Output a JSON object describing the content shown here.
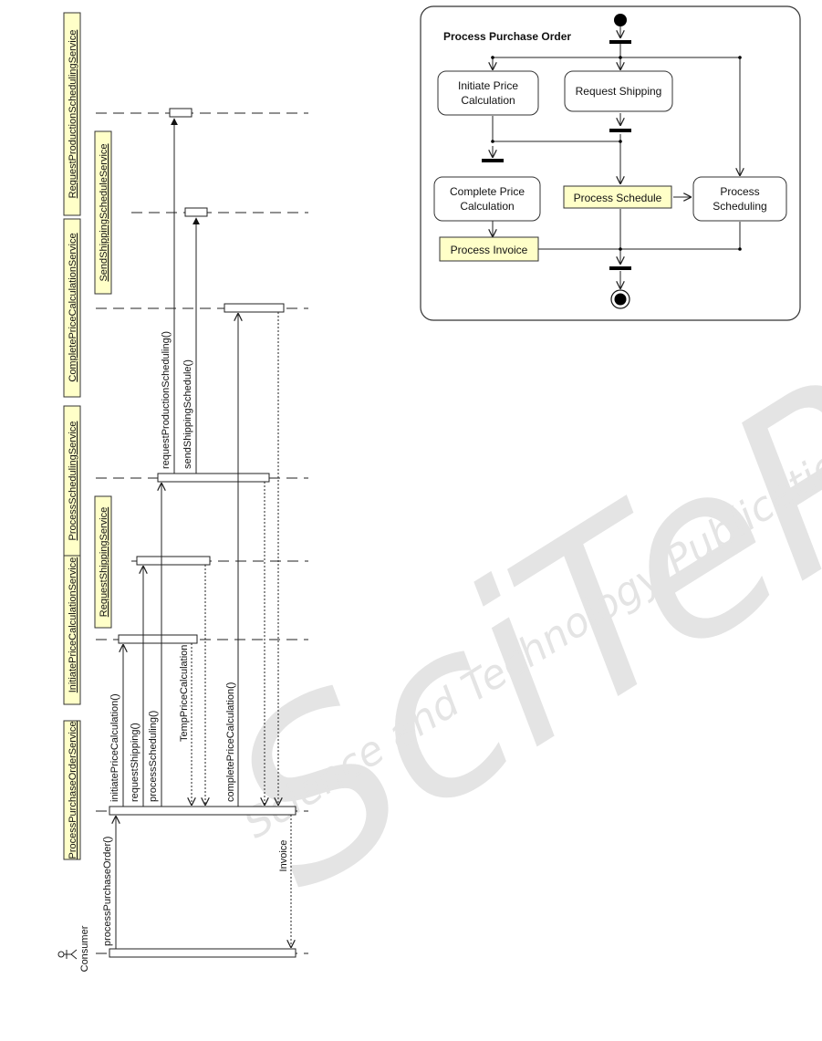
{
  "sequence": {
    "actor": "Consumer",
    "services": [
      "ProcessPurchaseOrderService",
      "InitiatePriceCalculationService",
      "RequestShippingService",
      "ProcessSchedulingService",
      "CompletePriceCalculationService",
      "SendShippingScheduleService",
      "RequestProductionSchedulingService"
    ],
    "messages": {
      "process_purchase_order": "processPurchaseOrder()",
      "invoice": "Invoice",
      "initiate_price_calculation": "initiatePriceCalculation()",
      "request_shipping": "requestShipping()",
      "process_scheduling": "processScheduling()",
      "temp_price_calculation": "TempPriceCalculation",
      "complete_price_calculation": "completePriceCalculation()",
      "request_production_scheduling": "requestProductionScheduling()",
      "send_shipping_schedule": "sendShippingSchedule()"
    }
  },
  "activity": {
    "title": "Process Purchase Order",
    "nodes": {
      "initiate_price_calculation": [
        "Initiate Price",
        "Calculation"
      ],
      "request_shipping": "Request Shipping",
      "complete_price_calculation": [
        "Complete Price",
        "Calculation"
      ],
      "process_schedule": "Process Schedule",
      "process_scheduling": [
        "Process",
        "Scheduling"
      ],
      "process_invoice": "Process Invoice"
    }
  },
  "watermark": {
    "logo": "SciTePress",
    "tagline": "Science and Technology Publications"
  }
}
